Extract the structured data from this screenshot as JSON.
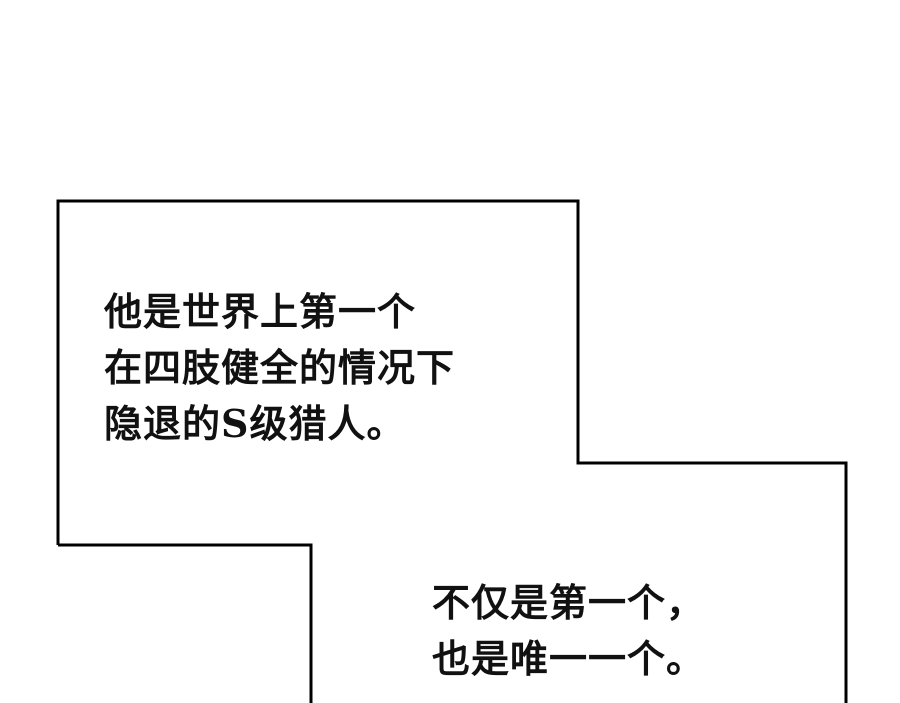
{
  "captions": [
    {
      "lines": [
        "他是世界上第一个",
        "在四肢健全的情况下",
        "隐退的S级猎人。"
      ]
    },
    {
      "lines": [
        "不仅是第一个，",
        "也是唯一一个。"
      ]
    }
  ],
  "colors": {
    "background": "#ffffff",
    "border": "#000000",
    "text": "#111111"
  }
}
